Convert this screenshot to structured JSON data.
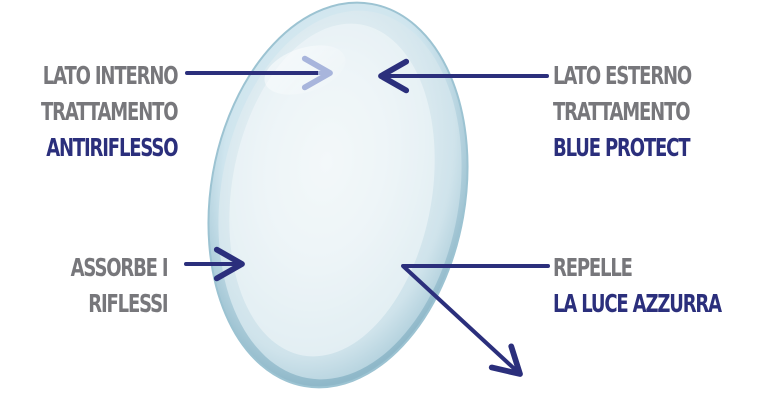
{
  "labels": {
    "inner_side": {
      "line1": "LATO INTERNO",
      "line2": "TRATTAMENTO",
      "highlight": "ANTIRIFLESSO"
    },
    "outer_side": {
      "line1": "LATO ESTERNO",
      "line2": "TRATTAMENTO",
      "highlight": "BLUE PROTECT"
    },
    "absorbs": {
      "line1": "ASSORBE I",
      "line2": "RIFLESSI"
    },
    "repels": {
      "line1": "REPELLE",
      "highlight": "LA LUCE AZZURRA"
    }
  },
  "colors": {
    "text_gray": "#77777b",
    "accent_navy": "#2b2f7c",
    "arrow_light": "#a8b5dc",
    "lens_tint": "#c8e2ec"
  },
  "icons": [
    "lens-illustration",
    "arrow-icon"
  ]
}
